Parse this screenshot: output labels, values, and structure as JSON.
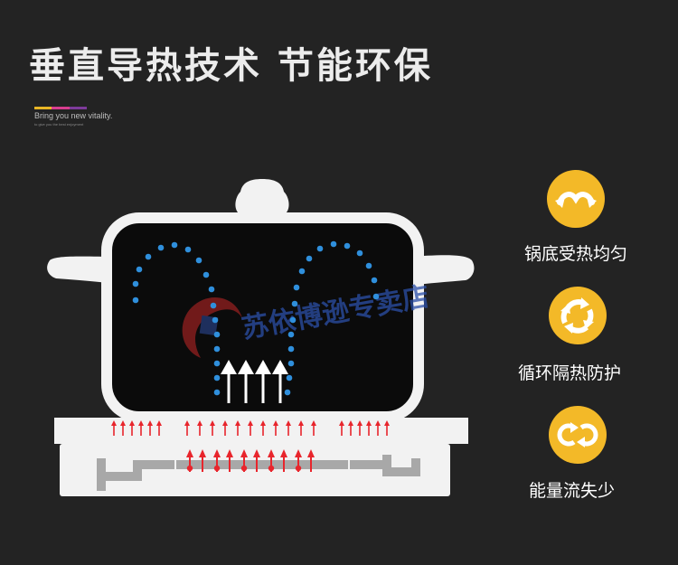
{
  "title": "垂直导热技术 节能环保",
  "tagline": {
    "main": "Bring you new vitality.",
    "sub": "to give you the best enjoyment",
    "colors": [
      "#e8b525",
      "#d83d8f",
      "#7d3a9a"
    ]
  },
  "watermark": "苏依博逊专卖店",
  "colors": {
    "background": "#232323",
    "accent": "#f3b928",
    "heat_arrow": "#e8252c",
    "water_dot": "#2f8fdc",
    "outline": "#f2f2f2"
  },
  "features": [
    {
      "icon": "even-heat-icon",
      "label": "锅底受热均匀"
    },
    {
      "icon": "cycle-arrows-icon",
      "label": "循环隔热防护"
    },
    {
      "icon": "loop-arrows-icon",
      "label": "能量流失少"
    }
  ]
}
